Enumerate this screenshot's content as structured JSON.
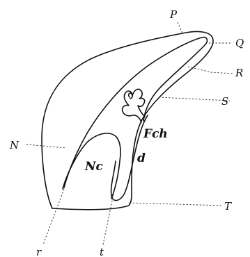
{
  "labels": {
    "P": "P",
    "Q": "Q",
    "R": "R",
    "S": "S",
    "N": "N",
    "Fch": "Fch",
    "Nc": "Nc",
    "d": "d",
    "T": "T",
    "r": "r",
    "t": "t"
  },
  "colors": {
    "ink": "#111111",
    "paper": "#ffffff"
  }
}
